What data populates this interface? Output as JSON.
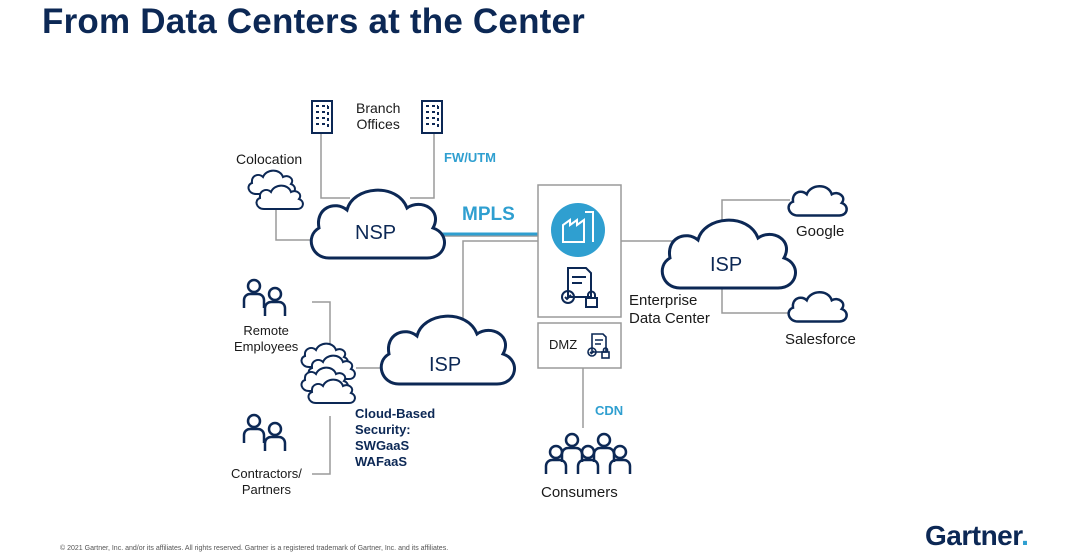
{
  "title": "From Data Centers at the Center",
  "labels": {
    "branch_offices": "Branch\nOffices",
    "fw_utm": "FW/UTM",
    "colocation": "Colocation",
    "nsp": "NSP",
    "mpls": "MPLS",
    "isp_right": "ISP",
    "google": "Google",
    "salesforce": "Salesforce",
    "enterprise_data_center": "Enterprise\nData Center",
    "remote_employees": "Remote\nEmployees",
    "isp_left": "ISP",
    "dmz": "DMZ",
    "cdn": "CDN",
    "cloud_security": "Cloud-Based\nSecurity:\nSWGaaS\nWAFaaS",
    "contractors_partners": "Contractors/\nPartners",
    "consumers": "Consumers"
  },
  "footer": "© 2021 Gartner, Inc. and/or its affiliates. All rights reserved. Gartner is a registered trademark of Gartner, Inc. and its affiliates.",
  "brand": {
    "name": "Gartner",
    "dot": "."
  },
  "colors": {
    "navy": "#0c2855",
    "accent": "#2f9fd0",
    "line": "#9a9a9a"
  }
}
